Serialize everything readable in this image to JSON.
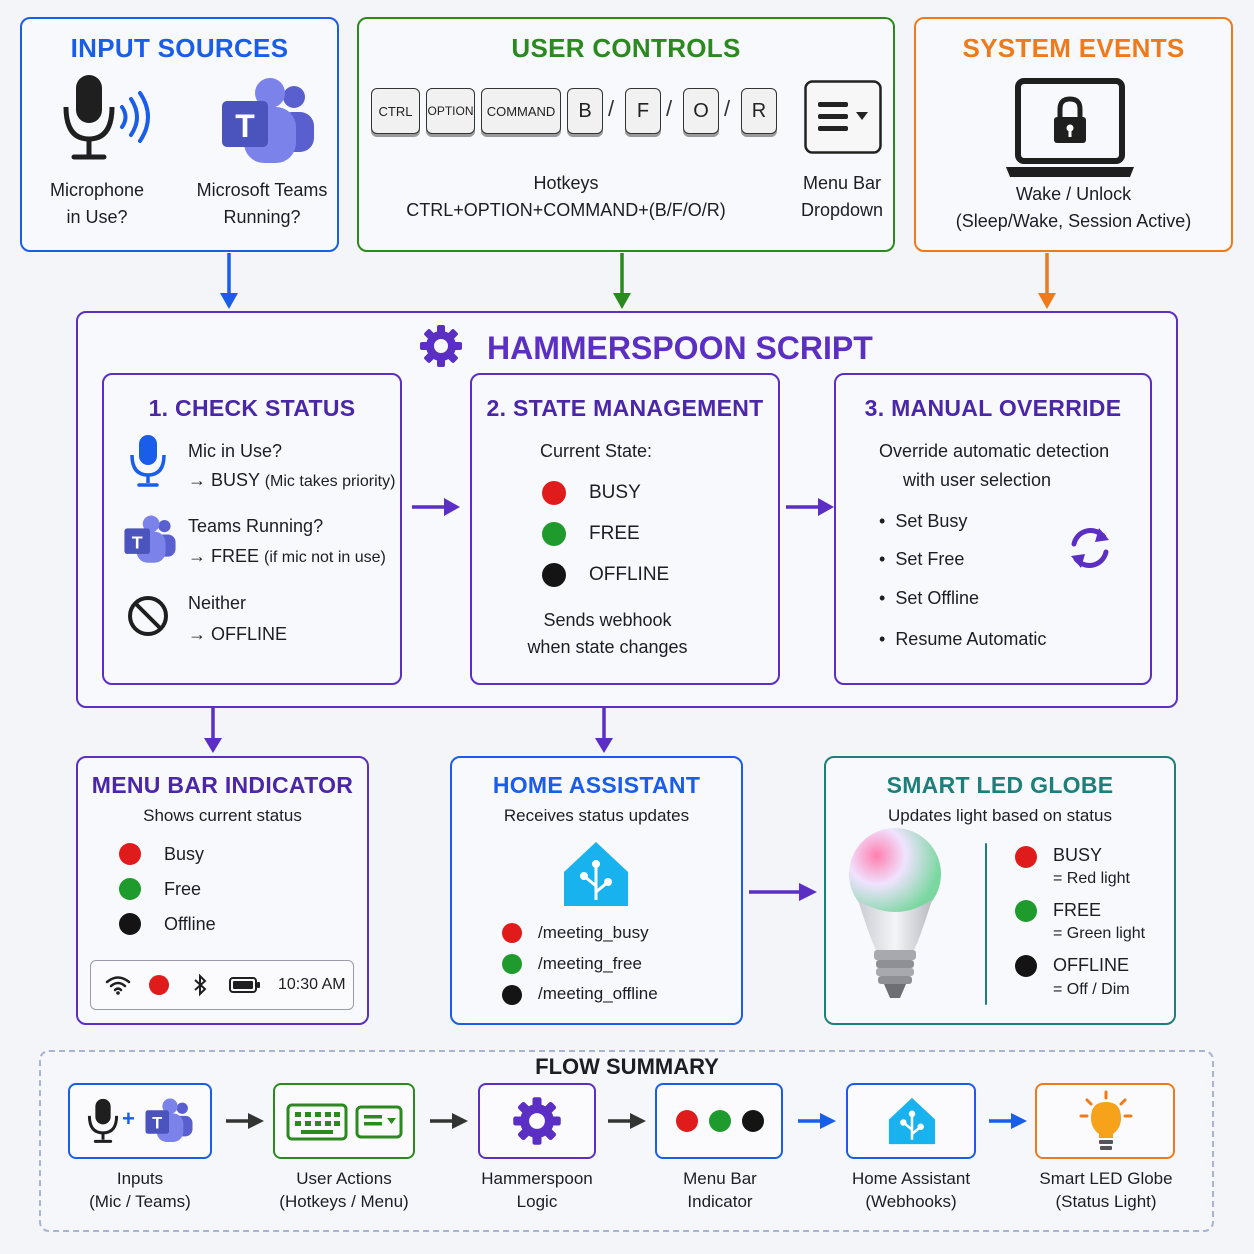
{
  "input_sources": {
    "title": "INPUT SOURCES",
    "mic_label": [
      "Microphone",
      "in Use?"
    ],
    "teams_label": [
      "Microsoft Teams",
      "Running?"
    ]
  },
  "user_controls": {
    "title": "USER CONTROLS",
    "keys": [
      "CTRL",
      "OPTION",
      "COMMAND",
      "B",
      "F",
      "O",
      "R"
    ],
    "slash": "/",
    "hotkeys_label": [
      "Hotkeys",
      "CTRL+OPTION+COMMAND+(B/F/O/R)"
    ],
    "menu_label": [
      "Menu Bar",
      "Dropdown"
    ]
  },
  "system_events": {
    "title": "SYSTEM EVENTS",
    "label": [
      "Wake / Unlock",
      "(Sleep/Wake, Session Active)"
    ]
  },
  "script": {
    "title": "HAMMERSPOON SCRIPT",
    "check": {
      "title": "1. CHECK STATUS",
      "mic_q": "Mic in Use?",
      "mic_r": "→ BUSY",
      "mic_note": "(Mic takes priority)",
      "teams_q": "Teams Running?",
      "teams_r": "→ FREE",
      "teams_note": "(if mic not in use)",
      "neither_q": "Neither",
      "neither_r": "→ OFFLINE"
    },
    "state": {
      "title": "2. STATE MANAGEMENT",
      "current": "Current State:",
      "states": [
        "BUSY",
        "FREE",
        "OFFLINE"
      ],
      "note": [
        "Sends webhook",
        "when state changes"
      ]
    },
    "override": {
      "title": "3. MANUAL OVERRIDE",
      "desc": [
        "Override automatic detection",
        "with user selection"
      ],
      "items": [
        "Set Busy",
        "Set Free",
        "Set Offline",
        "Resume Automatic"
      ]
    }
  },
  "menu_bar": {
    "title": "MENU BAR INDICATOR",
    "subtitle": "Shows current status",
    "items": [
      "Busy",
      "Free",
      "Offline"
    ],
    "time": "10:30 AM"
  },
  "home_assistant": {
    "title": "HOME ASSISTANT",
    "subtitle": "Receives status updates",
    "hooks": [
      "/meeting_busy",
      "/meeting_free",
      "/meeting_offline"
    ]
  },
  "led": {
    "title": "SMART LED GLOBE",
    "subtitle": "Updates light based on status",
    "states": [
      "BUSY",
      "FREE",
      "OFFLINE"
    ],
    "desc": [
      "= Red light",
      "= Green light",
      "= Off / Dim"
    ]
  },
  "flow": {
    "title": "FLOW SUMMARY",
    "plus": "+",
    "labels": [
      [
        "Inputs",
        "(Mic / Teams)"
      ],
      [
        "User Actions",
        "(Hotkeys / Menu)"
      ],
      [
        "Hammerspoon",
        "Logic"
      ],
      [
        "Menu Bar",
        "Indicator"
      ],
      [
        "Home Assistant",
        "(Webhooks)"
      ],
      [
        "Smart LED Globe",
        "(Status Light)"
      ]
    ]
  },
  "colors": {
    "blue": "#1a5de8",
    "green": "#2b8a1e",
    "orange": "#f07a1a",
    "purple": "#5b2fc4",
    "teal": "#1e7f7a"
  }
}
